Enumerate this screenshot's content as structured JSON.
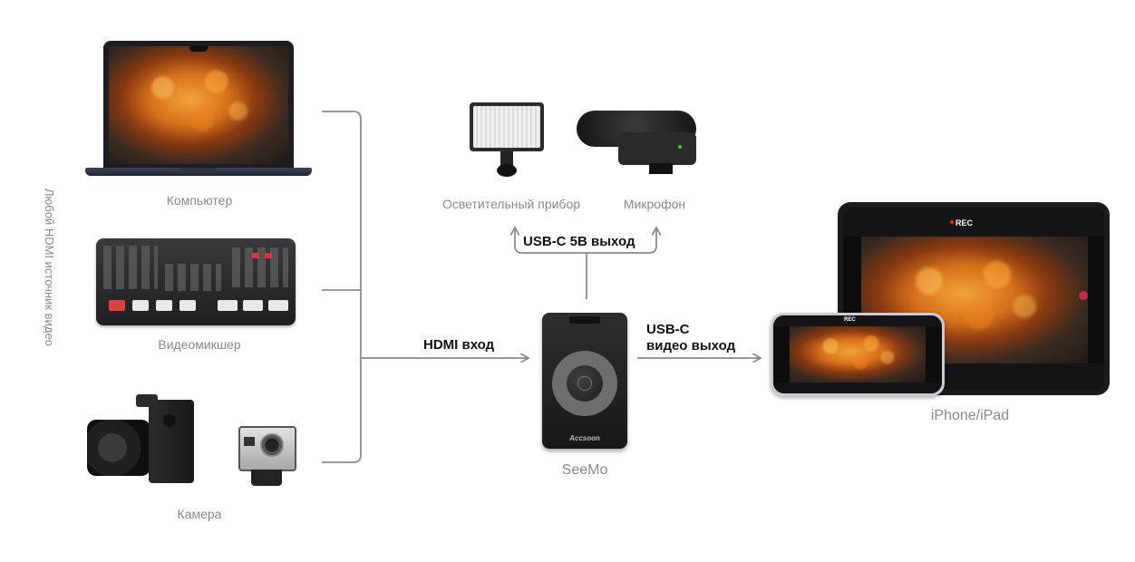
{
  "diagram": {
    "side_title": "Любой HDMI источник видео",
    "sources": {
      "computer": "Компьютер",
      "switcher": "Видеомикшер",
      "camera": "Камера"
    },
    "accessories": {
      "light": "Осветительный прибор",
      "microphone": "Микрофон"
    },
    "labels": {
      "usb_power": "USB-C 5В выход",
      "hdmi_in": "HDMI вход",
      "usb_video_line1": "USB-C",
      "usb_video_line2": "видео выход"
    },
    "device": {
      "name": "SeeMo",
      "brand": "Accsoon"
    },
    "output": "iPhone/iPad",
    "screen_overlay": {
      "rec": "REC"
    }
  },
  "colors": {
    "connector_line": "#8c8c8c",
    "caption_text": "#8a8a8a",
    "label_text": "#111111"
  }
}
